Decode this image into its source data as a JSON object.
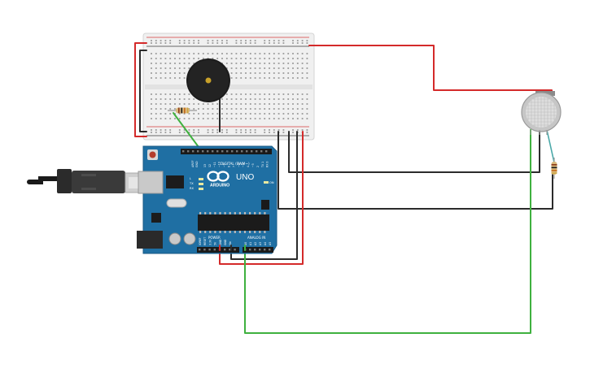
{
  "board": {
    "brand_logo": "ARDUINO",
    "model": "UNO",
    "digital_header_label": "DIGITAL (PWM~)",
    "power_label": "POWER",
    "analog_label": "ANALOG IN",
    "led_labels": [
      "L",
      "TX",
      "RX"
    ],
    "on_label": "ON",
    "aref_label": "AREF",
    "gnd_label": "GND",
    "digital_pins": [
      "13",
      "12",
      "~11",
      "~10",
      "~9",
      "8",
      "7",
      "~6",
      "~5",
      "4",
      "~3",
      "2",
      "TX 1",
      "RX 0"
    ],
    "power_pins": [
      "IOREF",
      "RESET",
      "3.3V",
      "5V",
      "GND",
      "GND",
      "Vin"
    ],
    "analog_pins": [
      "A0",
      "A1",
      "A2",
      "A3",
      "A4",
      "A5"
    ]
  },
  "components": {
    "breadboard": "breadboard-half",
    "buzzer": "piezo-buzzer",
    "resistor_left": "resistor",
    "resistor_right": "resistor",
    "sensor": "gas-sensor",
    "usb": "usb-cable"
  },
  "wire_colors": {
    "red": "#d42a2a",
    "black": "#2b2b2b",
    "green": "#3fb13f",
    "teal": "#4aa8a8"
  },
  "board_color": "#1f6fa3"
}
